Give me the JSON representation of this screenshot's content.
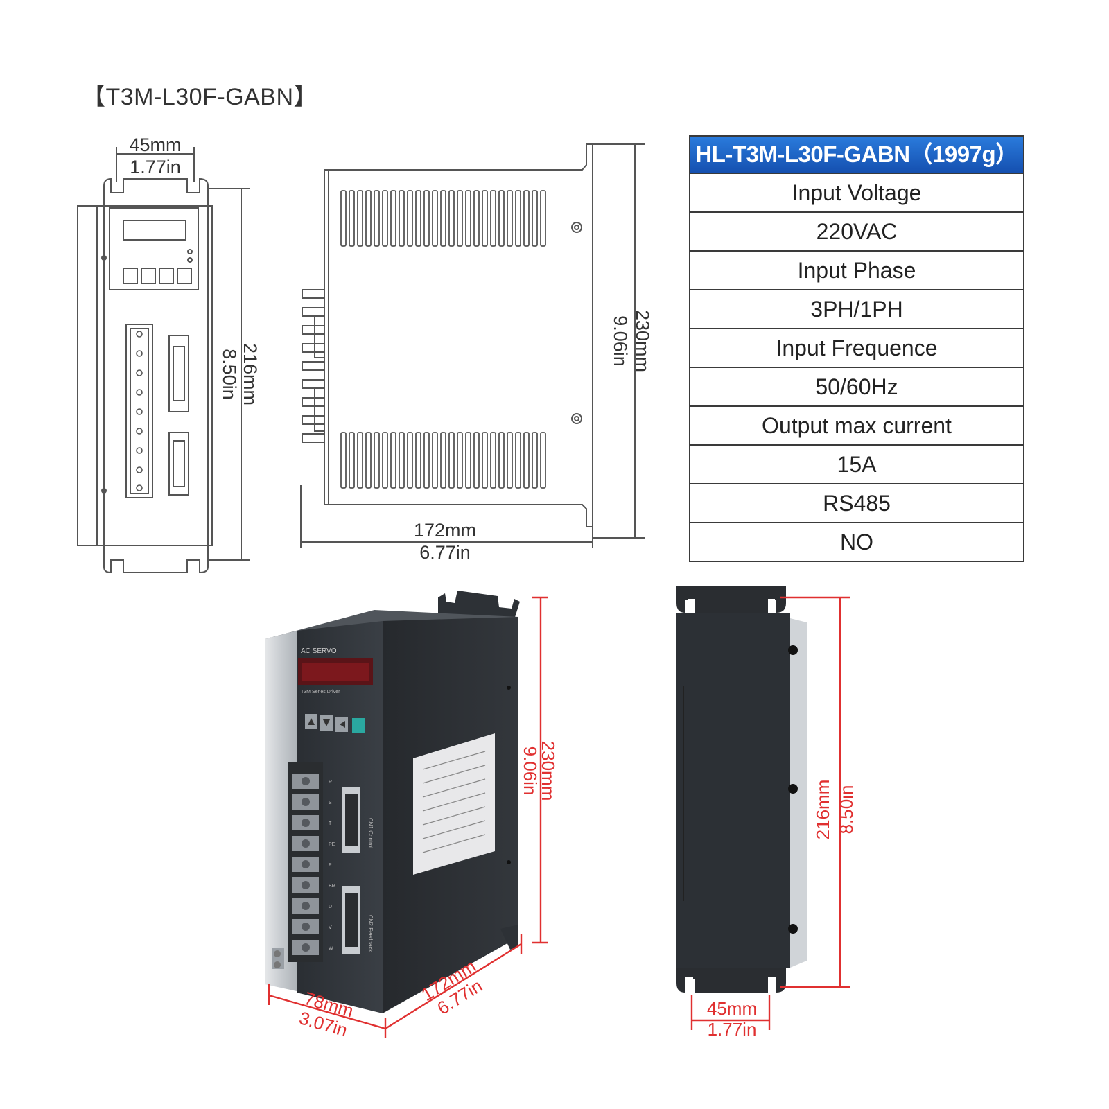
{
  "title": "【T3M-L30F-GABN】",
  "front_drawing": {
    "width_mm": "45mm",
    "width_in": "1.77in",
    "height_mm": "216mm",
    "height_in": "8.50in"
  },
  "side_drawing": {
    "depth_mm": "172mm",
    "depth_in": "6.77in",
    "height_mm": "230mm",
    "height_in": "9.06in"
  },
  "spec_table": {
    "header": "HL-T3M-L30F-GABN（1997g）",
    "rows": [
      "Input Voltage",
      "220VAC",
      "Input Phase",
      "3PH/1PH",
      "Input Frequence",
      "50/60Hz",
      "Output max current",
      "15A",
      "RS485",
      "NO"
    ]
  },
  "photo_front": {
    "height_mm": "230mm",
    "height_in": "9.06in",
    "width_mm": "78mm",
    "width_in": "3.07in",
    "depth_mm": "172mm",
    "depth_in": "6.77in",
    "panel_brand": "AC SERVO",
    "panel_sub": "T3M Series Driver",
    "cn1_label": "CN1 Control",
    "cn2_label": "CN2 Feedback",
    "terminal_labels": [
      "R",
      "S",
      "T",
      "PE",
      "P",
      "BR",
      "U",
      "V",
      "W"
    ]
  },
  "photo_back": {
    "height_mm": "216mm",
    "height_in": "8.50in",
    "width_mm": "45mm",
    "width_in": "1.77in"
  },
  "colors": {
    "header_blue": "#1f64c8",
    "dimension_red": "#e03030",
    "line_gray": "#555555",
    "housing_dark": "#2c3035"
  }
}
